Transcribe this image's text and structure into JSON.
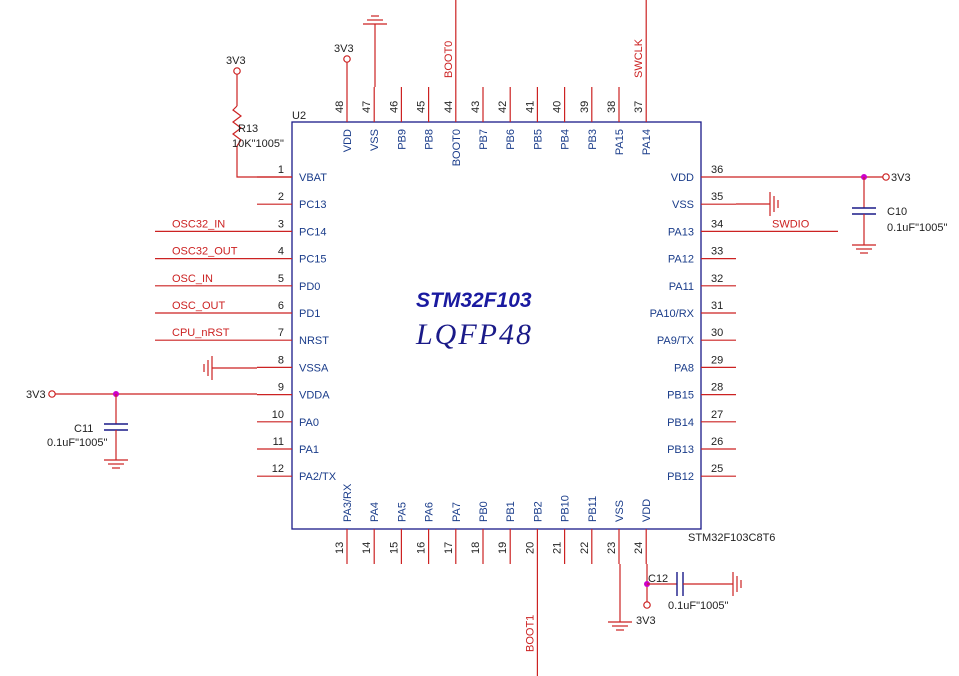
{
  "chip": {
    "ref": "U2",
    "title": "STM32F103",
    "package": "LQFP48",
    "part": "STM32F103C8T6"
  },
  "pins_left": [
    {
      "num": "1",
      "name": "VBAT",
      "net": ""
    },
    {
      "num": "2",
      "name": "PC13",
      "net": ""
    },
    {
      "num": "3",
      "name": "PC14",
      "net": "OSC32_IN"
    },
    {
      "num": "4",
      "name": "PC15",
      "net": "OSC32_OUT"
    },
    {
      "num": "5",
      "name": "PD0",
      "net": "OSC_IN"
    },
    {
      "num": "6",
      "name": "PD1",
      "net": "OSC_OUT"
    },
    {
      "num": "7",
      "name": "NRST",
      "net": "CPU_nRST"
    },
    {
      "num": "8",
      "name": "VSSA",
      "net": ""
    },
    {
      "num": "9",
      "name": "VDDA",
      "net": ""
    },
    {
      "num": "10",
      "name": "PA0",
      "net": ""
    },
    {
      "num": "11",
      "name": "PA1",
      "net": ""
    },
    {
      "num": "12",
      "name": "PA2/TX",
      "net": ""
    }
  ],
  "pins_right": [
    {
      "num": "36",
      "name": "VDD",
      "net": ""
    },
    {
      "num": "35",
      "name": "VSS",
      "net": ""
    },
    {
      "num": "34",
      "name": "PA13",
      "net": "SWDIO"
    },
    {
      "num": "33",
      "name": "PA12",
      "net": ""
    },
    {
      "num": "32",
      "name": "PA11",
      "net": ""
    },
    {
      "num": "31",
      "name": "PA10/RX",
      "net": ""
    },
    {
      "num": "30",
      "name": "PA9/TX",
      "net": ""
    },
    {
      "num": "29",
      "name": "PA8",
      "net": ""
    },
    {
      "num": "28",
      "name": "PB15",
      "net": ""
    },
    {
      "num": "27",
      "name": "PB14",
      "net": ""
    },
    {
      "num": "26",
      "name": "PB13",
      "net": ""
    },
    {
      "num": "25",
      "name": "PB12",
      "net": ""
    }
  ],
  "pins_top": [
    {
      "num": "48",
      "name": "VDD",
      "net": ""
    },
    {
      "num": "47",
      "name": "VSS",
      "net": ""
    },
    {
      "num": "46",
      "name": "PB9",
      "net": ""
    },
    {
      "num": "45",
      "name": "PB8",
      "net": ""
    },
    {
      "num": "44",
      "name": "BOOT0",
      "net": "BOOT0"
    },
    {
      "num": "43",
      "name": "PB7",
      "net": ""
    },
    {
      "num": "42",
      "name": "PB6",
      "net": ""
    },
    {
      "num": "41",
      "name": "PB5",
      "net": ""
    },
    {
      "num": "40",
      "name": "PB4",
      "net": ""
    },
    {
      "num": "39",
      "name": "PB3",
      "net": ""
    },
    {
      "num": "38",
      "name": "PA15",
      "net": ""
    },
    {
      "num": "37",
      "name": "PA14",
      "net": "SWCLK"
    }
  ],
  "pins_bottom": [
    {
      "num": "13",
      "name": "PA3/RX",
      "net": ""
    },
    {
      "num": "14",
      "name": "PA4",
      "net": ""
    },
    {
      "num": "15",
      "name": "PA5",
      "net": ""
    },
    {
      "num": "16",
      "name": "PA6",
      "net": ""
    },
    {
      "num": "17",
      "name": "PA7",
      "net": ""
    },
    {
      "num": "18",
      "name": "PB0",
      "net": ""
    },
    {
      "num": "19",
      "name": "PB1",
      "net": ""
    },
    {
      "num": "20",
      "name": "PB2",
      "net": "BOOT1"
    },
    {
      "num": "21",
      "name": "PB10",
      "net": ""
    },
    {
      "num": "22",
      "name": "PB11",
      "net": ""
    },
    {
      "num": "23",
      "name": "VSS",
      "net": ""
    },
    {
      "num": "24",
      "name": "VDD",
      "net": ""
    }
  ],
  "components": {
    "r13": {
      "ref": "R13",
      "value": "10K\"1005\""
    },
    "c10": {
      "ref": "C10",
      "value": "0.1uF\"1005\""
    },
    "c11": {
      "ref": "C11",
      "value": "0.1uF\"1005\""
    },
    "c12": {
      "ref": "C12",
      "value": "0.1uF\"1005\""
    }
  },
  "power": {
    "rail": "3V3"
  },
  "colors": {
    "wire": "#cc2222",
    "body": "#1a1a88",
    "junction": "#cc00cc"
  }
}
